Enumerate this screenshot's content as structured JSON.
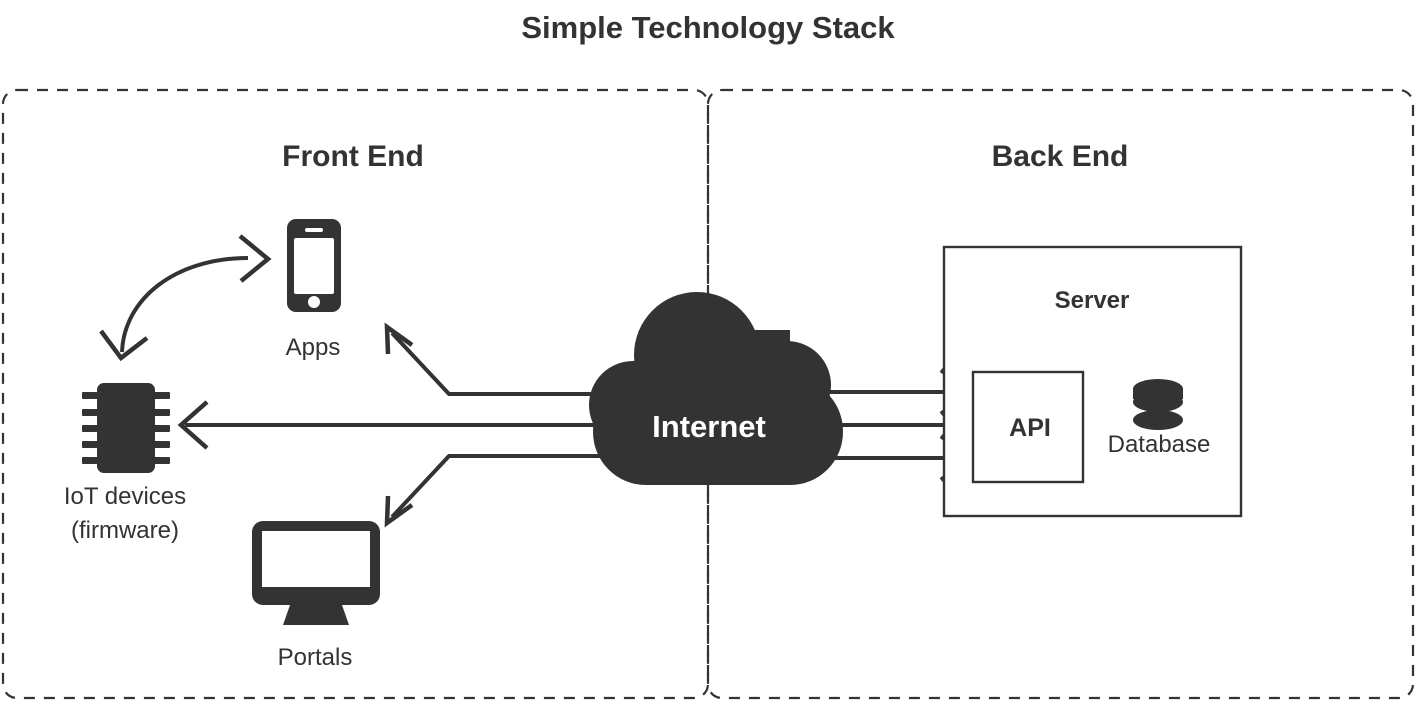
{
  "page": {
    "title": "Simple Technology Stack",
    "background_color": "#ffffff",
    "ink_color": "#333333"
  },
  "panels": [
    {
      "id": "front-end",
      "heading": "Front End",
      "border_style": "dashed"
    },
    {
      "id": "back-end",
      "heading": "Back End",
      "border_style": "dashed"
    }
  ],
  "front_end": {
    "nodes": [
      {
        "id": "apps",
        "label": "Apps",
        "icon": "smartphone-icon"
      },
      {
        "id": "iot",
        "label_line1": "IoT devices",
        "label_line2": "(firmware)",
        "icon": "microchip-icon"
      },
      {
        "id": "portals",
        "label": "Portals",
        "icon": "desktop-monitor-icon"
      }
    ]
  },
  "network": {
    "cloud_label": "Internet",
    "cloud_icon": "cloud-icon"
  },
  "back_end": {
    "server": {
      "label": "Server",
      "api": {
        "label": "API"
      },
      "database": {
        "label": "Database",
        "icon": "database-cylinder-icon"
      }
    }
  },
  "connections": [
    {
      "id": "iot-to-apps",
      "from": "iot",
      "to": "apps",
      "style": "curved-double-arrow"
    },
    {
      "id": "internet-to-apps",
      "from": "internet",
      "to": "apps",
      "style": "elbow-arrow"
    },
    {
      "id": "internet-to-iot",
      "from": "internet",
      "to": "iot",
      "style": "straight-arrow"
    },
    {
      "id": "internet-to-portals",
      "from": "internet",
      "to": "portals",
      "style": "elbow-arrow"
    },
    {
      "id": "internet-to-api-top",
      "from": "internet",
      "to": "api",
      "style": "straight-arrow"
    },
    {
      "id": "internet-to-api-mid",
      "from": "internet",
      "to": "api",
      "style": "straight-arrow"
    },
    {
      "id": "internet-to-api-bottom",
      "from": "internet",
      "to": "api",
      "style": "straight-arrow"
    }
  ]
}
